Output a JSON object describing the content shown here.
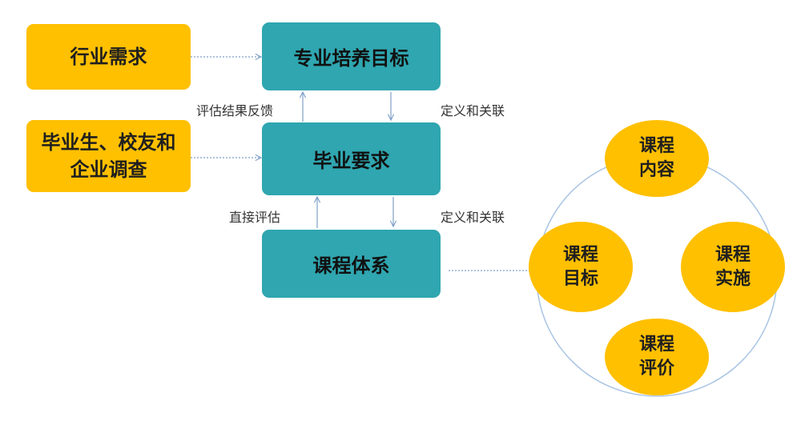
{
  "nodes": {
    "industry_demand": "行业需求",
    "alumni_survey": [
      "毕业生、校友和",
      "企业调查"
    ],
    "training_goal": "专业培养目标",
    "grad_requirements": "毕业要求",
    "curriculum": "课程体系"
  },
  "edge_labels": {
    "eval_feedback": "评估结果反馈",
    "define_link_1": "定义和关联",
    "direct_eval": "直接评估",
    "define_link_2": "定义和关联"
  },
  "cycle": {
    "content": [
      "课程",
      "内容"
    ],
    "goal": [
      "课程",
      "目标"
    ],
    "implementation": [
      "课程",
      "实施"
    ],
    "evaluation": [
      "课程",
      "评价"
    ]
  },
  "colors": {
    "gold": "#ffc000",
    "teal": "#2fa6b0",
    "connector": "#7f9fc8",
    "cycle_ring": "#a9c4e4"
  }
}
